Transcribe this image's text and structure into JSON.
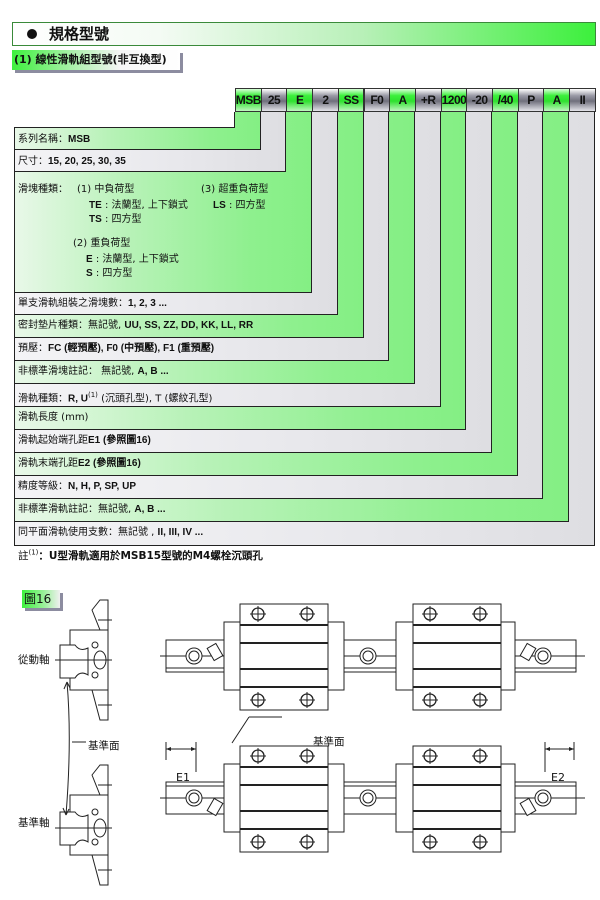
{
  "section": {
    "title": "規格型號",
    "bullet_icon": "filled-circle"
  },
  "subsection": {
    "title": "(1) 線性滑軌組型號(非互換型)"
  },
  "code_cells": [
    {
      "label": "MSB",
      "tone": "green"
    },
    {
      "label": "25",
      "tone": "grey"
    },
    {
      "label": "E",
      "tone": "green"
    },
    {
      "label": "2",
      "tone": "grey"
    },
    {
      "label": "SS",
      "tone": "green"
    },
    {
      "label": "F0",
      "tone": "grey"
    },
    {
      "label": "A",
      "tone": "green"
    },
    {
      "label": "+R",
      "tone": "grey"
    },
    {
      "label": "1200",
      "tone": "green"
    },
    {
      "label": "-20",
      "tone": "grey"
    },
    {
      "label": "/40",
      "tone": "green"
    },
    {
      "label": "P",
      "tone": "grey"
    },
    {
      "label": "A",
      "tone": "green"
    },
    {
      "label": "II",
      "tone": "grey"
    }
  ],
  "rows": {
    "series": {
      "label": "系列名稱：",
      "value": "MSB"
    },
    "size": {
      "label": "尺寸：",
      "value": "15, 20, 25, 30, 35"
    },
    "block_type": {
      "label": "滑塊種類：",
      "medium": {
        "title": "(1) 中負荷型",
        "items": [
          {
            "code": "TE",
            "desc": "法蘭型, 上下鎖式"
          },
          {
            "code": "TS",
            "desc": "四方型"
          }
        ]
      },
      "heavy": {
        "title": "(2) 重負荷型",
        "items": [
          {
            "code": "E",
            "desc": "法蘭型, 上下鎖式"
          },
          {
            "code": "S",
            "desc": "四方型"
          }
        ]
      },
      "super_heavy": {
        "title": "(3) 超重負荷型",
        "items": [
          {
            "code": "LS",
            "desc": "四方型"
          }
        ]
      }
    },
    "blocks_per_rail": {
      "label": "單支滑軌組裝之滑塊數：",
      "value": "1, 2, 3 ..."
    },
    "seal_type": {
      "label": "密封墊片種類：無記號, ",
      "value": "UU, SS, ZZ, DD, KK, LL, RR"
    },
    "preload": {
      "label": "預壓：",
      "value": "FC (輕預壓),  F0 (中預壓),  F1 (重預壓)"
    },
    "nonstd_block": {
      "label": "非標準滑塊註記： 無記號, ",
      "value": "A, B ..."
    },
    "rail_type": {
      "label": "滑軌種類：",
      "value_a": "R, U",
      "sup": "(1)",
      "value_b": " (沉頭孔型), T (螺紋孔型)"
    },
    "rail_length": {
      "label": "滑軌長度 (mm)"
    },
    "e1": {
      "label": "滑軌起始端孔距",
      "value": "E1 (參照圖16)"
    },
    "e2": {
      "label": "滑軌末端孔距",
      "value": "E2 (參照圖16)"
    },
    "accuracy": {
      "label": "精度等級：",
      "value": "N, H, P, SP, UP"
    },
    "nonstd_rail": {
      "label": "非標準滑軌註記：無記號, ",
      "value": "A, B ..."
    },
    "coplanar": {
      "label": "同平面滑軌使用支數：無記號 , ",
      "value": "II, III, IV ..."
    }
  },
  "footnote": {
    "prefix": "註",
    "sup": "(1)",
    "text": "：U型滑軌適用於MSB15型號的M4螺栓沉頭孔"
  },
  "figure": {
    "tag": "圖16",
    "driven_axis": "從動軸",
    "reference_surface": "基準面",
    "reference_axis": "基準軸",
    "reference_surface_top": "基準面",
    "e1": "E1",
    "e2": "E2"
  },
  "colors": {
    "green": "#3cf03c",
    "light_green": "#8ef08e",
    "grey": "#e8e8ec",
    "line": "#222222"
  }
}
